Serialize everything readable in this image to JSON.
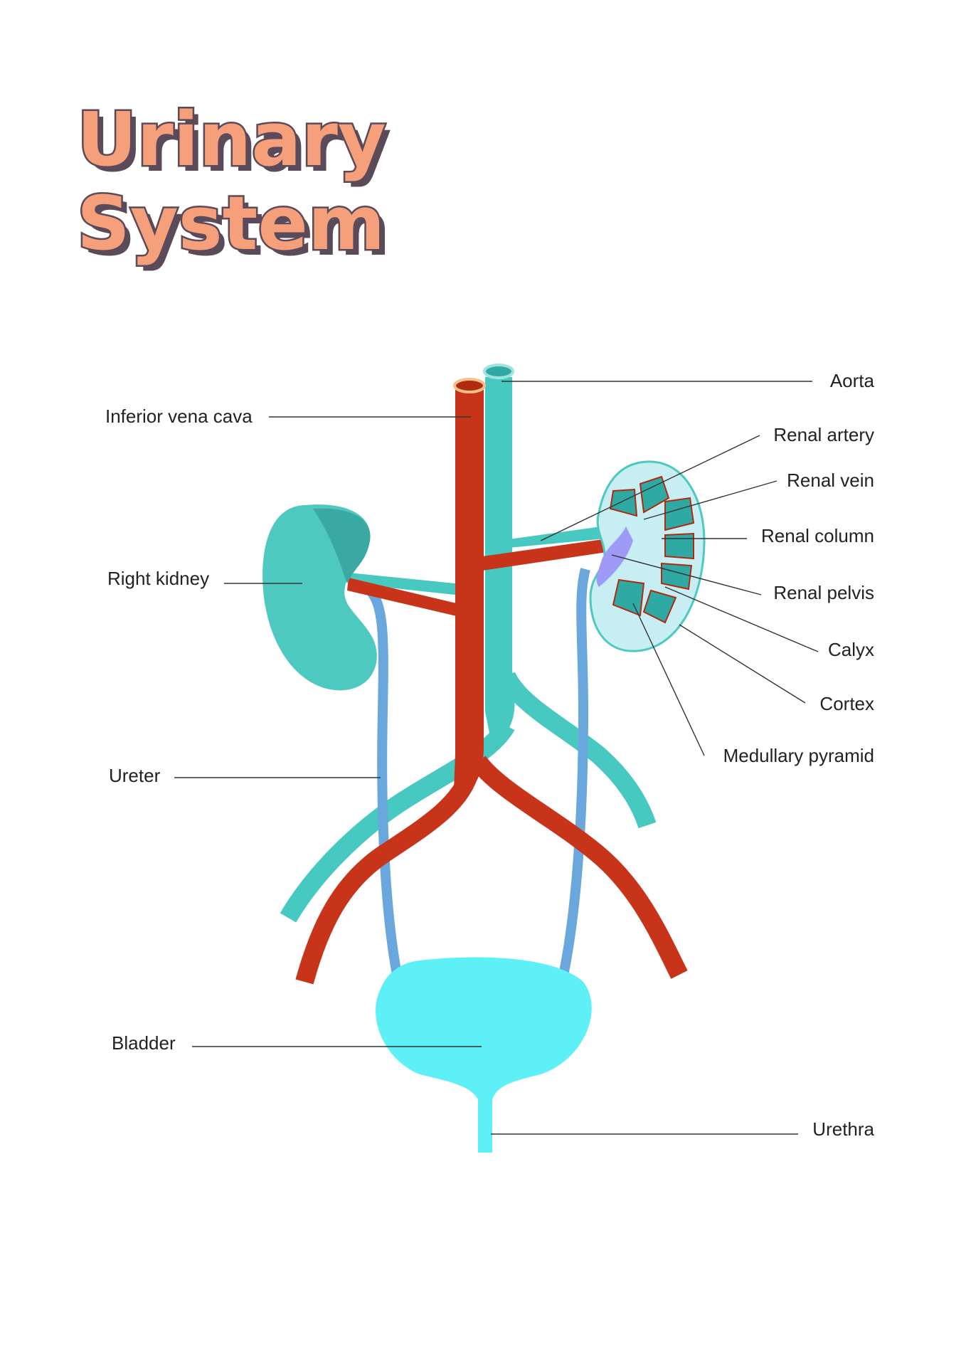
{
  "title": {
    "line1": "Urinary",
    "line2": "System"
  },
  "colors": {
    "title_fill": "#f5a07a",
    "title_outline": "#5b4a5a",
    "vein": "#47c9c2",
    "artery": "#c8341a",
    "ureter": "#6aa7dc",
    "bladder": "#5ef0f7",
    "kidney": "#4ec9c0",
    "leader": "#333333"
  },
  "labels": {
    "aorta": "Aorta",
    "inferior_vena_cava": "Inferior vena cava",
    "renal_artery": "Renal artery",
    "renal_vein": "Renal vein",
    "renal_column": "Renal column",
    "right_kidney": "Right kidney",
    "renal_pelvis": "Renal pelvis",
    "calyx": "Calyx",
    "cortex": "Cortex",
    "medullary_pyramid": "Medullary pyramid",
    "ureter": "Ureter",
    "bladder": "Bladder",
    "urethra": "Urethra"
  }
}
